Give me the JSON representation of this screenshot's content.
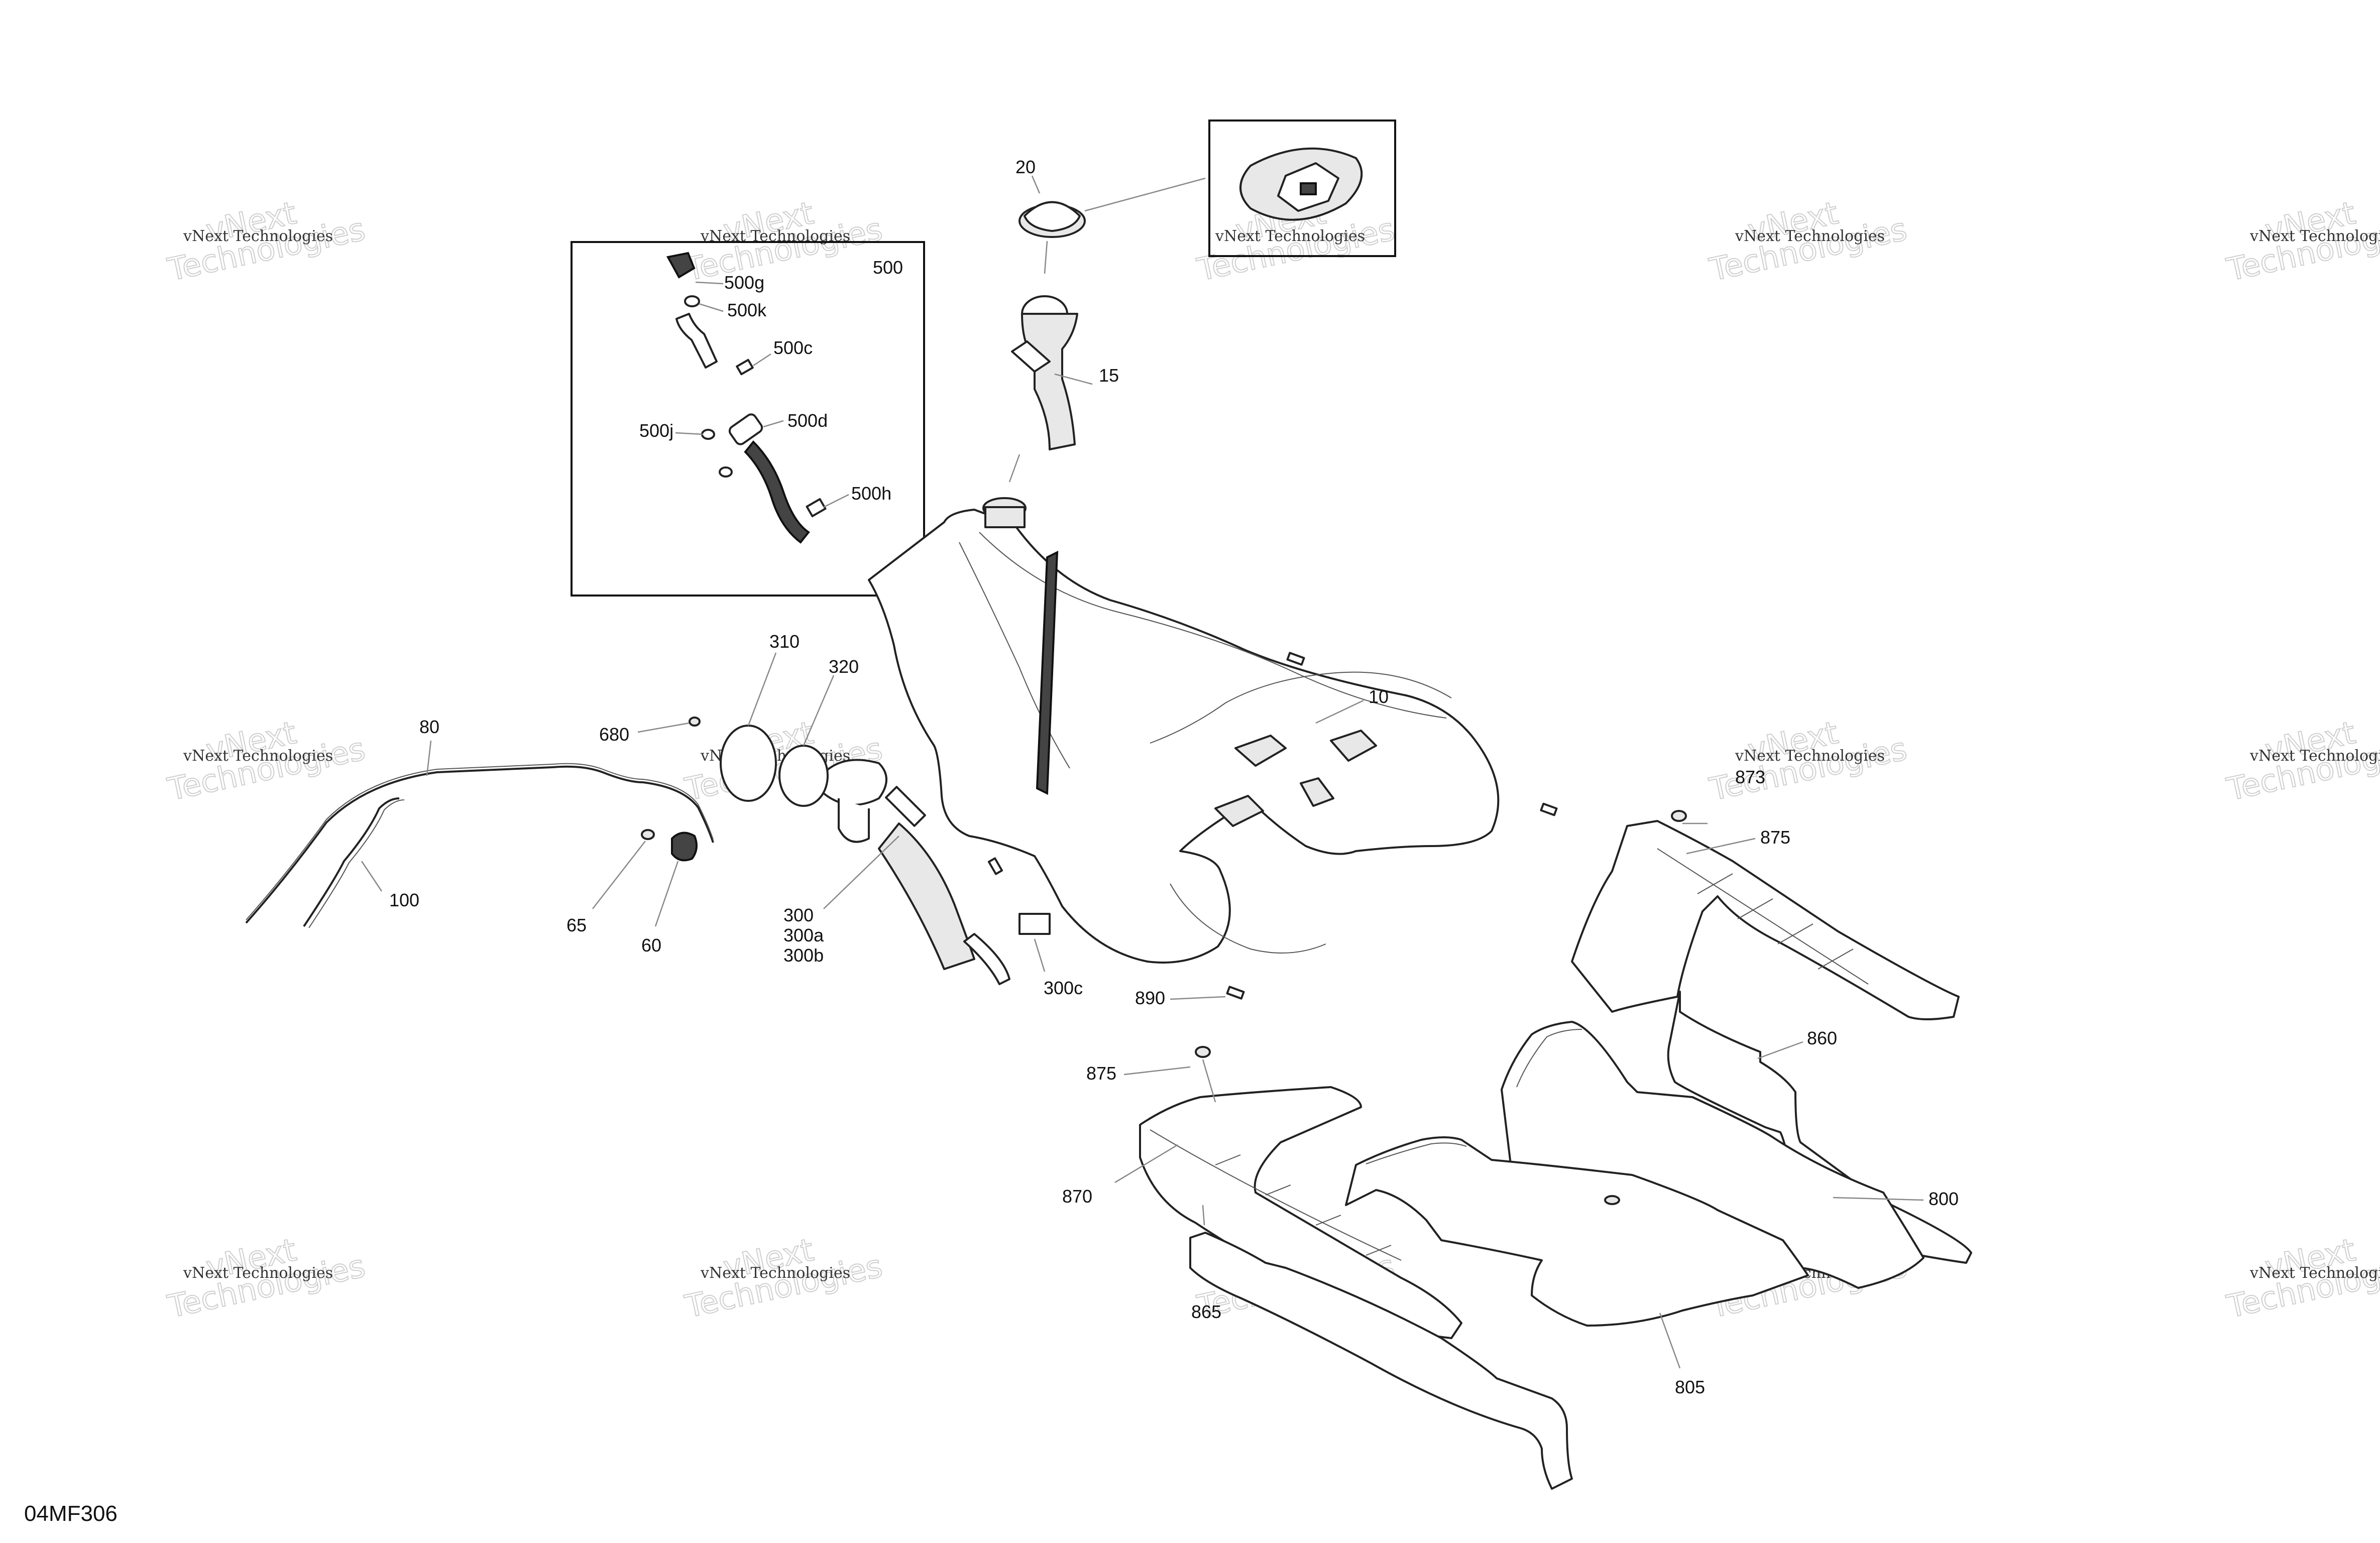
{
  "diagram_code": "04MF306",
  "watermark": {
    "line1": "vNext Technologies",
    "big1": "vNext",
    "big2": "Technologies"
  },
  "callouts": {
    "c10": "10",
    "c15": "15",
    "c20": "20",
    "c500": "500",
    "c500g": "500g",
    "c500k": "500k",
    "c500c": "500c",
    "c500j": "500j",
    "c500d": "500d",
    "c500h": "500h",
    "c310": "310",
    "c320": "320",
    "c680": "680",
    "c80": "80",
    "c100": "100",
    "c65": "65",
    "c60": "60",
    "c300": "300",
    "c300a": "300a",
    "c300b": "300b",
    "c300c": "300c",
    "c890": "890",
    "c873": "873",
    "c875a": "875",
    "c875b": "875",
    "c860": "860",
    "c870": "870",
    "c800": "800",
    "c865": "865",
    "c805": "805"
  }
}
